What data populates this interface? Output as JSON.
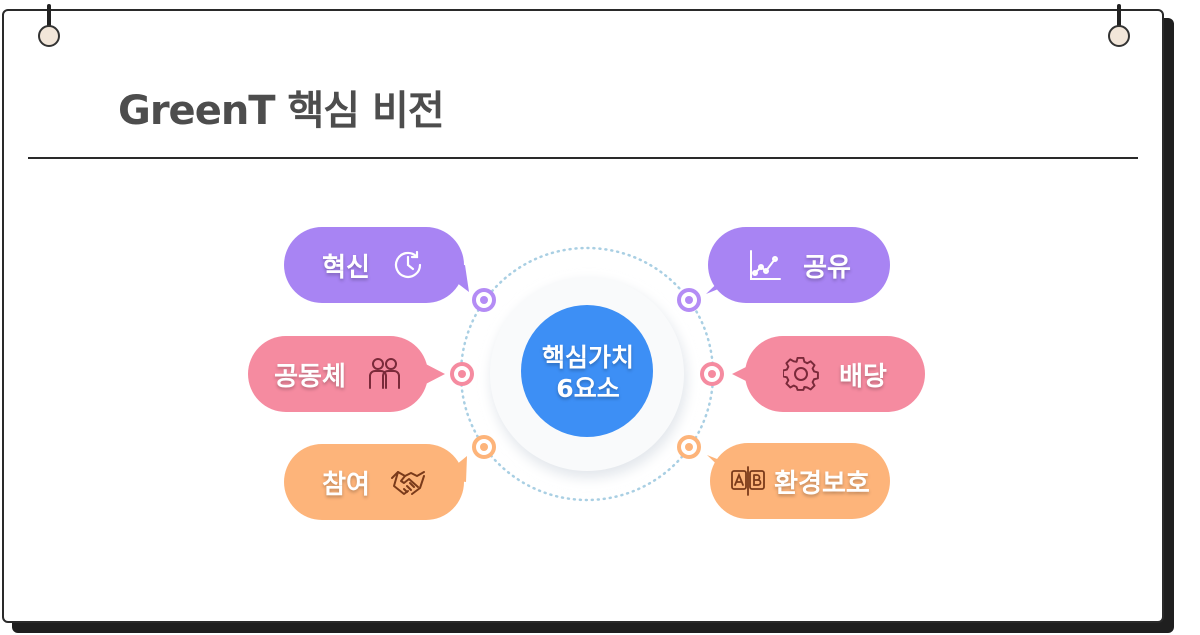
{
  "title": "GreenT 핵심 비전",
  "center": {
    "line1": "핵심가치",
    "line2": "6요소"
  },
  "values": [
    {
      "label": "혁신",
      "icon": "clock-icon",
      "color": "#a884f3"
    },
    {
      "label": "공유",
      "icon": "line-graph-icon",
      "color": "#a884f3"
    },
    {
      "label": "공동체",
      "icon": "people-icon",
      "color": "#f58ba0"
    },
    {
      "label": "배당",
      "icon": "gear-icon",
      "color": "#f58ba0"
    },
    {
      "label": "참여",
      "icon": "handshake-icon",
      "color": "#fdb47a"
    },
    {
      "label": "환경보호",
      "icon": "ab-translate-icon",
      "color": "#fdb47a"
    }
  ],
  "colors": {
    "center": "#3d8ff5",
    "ring": "#a9cfe3",
    "title": "#4d4d4d"
  }
}
